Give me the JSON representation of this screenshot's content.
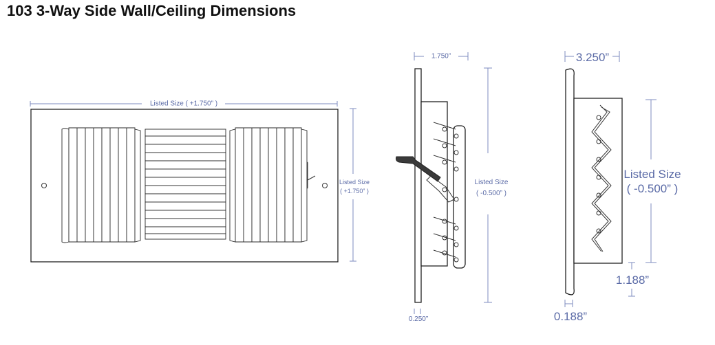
{
  "title": "103 3-Way Side Wall/Ceiling Dimensions",
  "front_view": {
    "width_label": "Listed Size ( +1.750” )",
    "height_label_line1": "Listed Size",
    "height_label_line2": "( +1.750” )"
  },
  "side_view": {
    "depth_label": "1.750”",
    "height_label_line1": "Listed Size",
    "height_label_line2": "( -0.500” )",
    "thickness_label": "0.250”"
  },
  "profile_view": {
    "depth_label": "3.250”",
    "height_label_line1": "Listed Size",
    "height_label_line2": "( -0.500” )",
    "offset_label": "1.188”",
    "thickness_label": "0.188”"
  },
  "colors": {
    "dimension_text": "#5a6aa6",
    "outline": "#222222"
  }
}
